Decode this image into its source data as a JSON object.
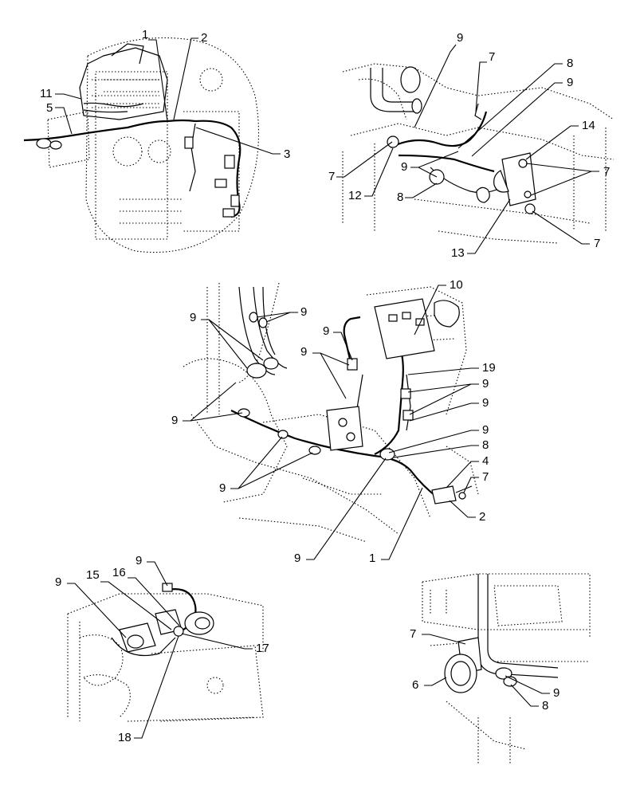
{
  "diagram": {
    "views": [
      {
        "id": "top-left",
        "callouts": [
          "1",
          "2",
          "3",
          "11",
          "5"
        ]
      },
      {
        "id": "top-right",
        "callouts": [
          "9",
          "7",
          "8",
          "9",
          "14",
          "7",
          "9",
          "7",
          "12",
          "8",
          "13",
          "7"
        ]
      },
      {
        "id": "middle",
        "callouts": [
          "10",
          "9",
          "9",
          "9",
          "9",
          "19",
          "9",
          "9",
          "9",
          "9",
          "8",
          "4",
          "7",
          "2",
          "9",
          "1",
          "9"
        ]
      },
      {
        "id": "bottom-left",
        "callouts": [
          "9",
          "9",
          "15",
          "16",
          "17",
          "18"
        ]
      },
      {
        "id": "bottom-right",
        "callouts": [
          "7",
          "6",
          "9",
          "8"
        ]
      }
    ]
  }
}
